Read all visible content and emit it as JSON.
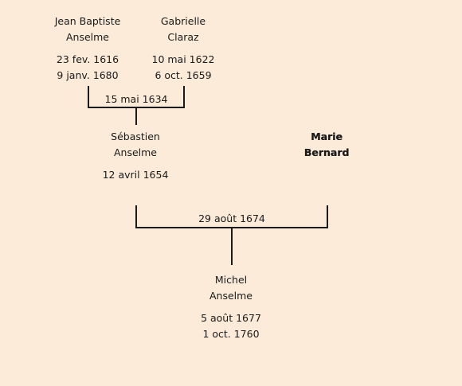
{
  "people": {
    "jean_baptiste": {
      "name_line1": "Jean Baptiste",
      "name_line2": "Anselme",
      "birth": "23 fev. 1616",
      "death": "9 janv. 1680"
    },
    "gabrielle": {
      "name_line1": "Gabrielle",
      "name_line2": "Claraz",
      "birth": "10 mai 1622",
      "death": "6 oct. 1659"
    },
    "sebastien": {
      "name_line1": "Sébastien",
      "name_line2": "Anselme",
      "birth": "12 avril 1654"
    },
    "marie": {
      "name_line1": "Marie",
      "name_line2": "Bernard"
    },
    "michel": {
      "name_line1": "Michel",
      "name_line2": "Anselme",
      "birth": "5 août 1677",
      "death": "1 oct. 1760"
    }
  },
  "marriages": {
    "jean_baptiste_gabrielle": "15 mai 1634",
    "sebastien_marie": "29 août 1674"
  },
  "colors": {
    "background": "#fcebd9",
    "lines": "#1a1a1a",
    "text": "#1a1a1a"
  }
}
